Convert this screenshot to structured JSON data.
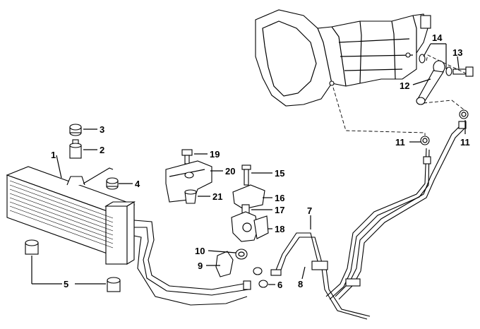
{
  "diagram": {
    "callouts": [
      {
        "id": "1",
        "label": "1"
      },
      {
        "id": "2",
        "label": "2"
      },
      {
        "id": "3",
        "label": "3"
      },
      {
        "id": "4",
        "label": "4"
      },
      {
        "id": "5",
        "label": "5"
      },
      {
        "id": "6",
        "label": "6"
      },
      {
        "id": "7",
        "label": "7"
      },
      {
        "id": "8",
        "label": "8"
      },
      {
        "id": "9",
        "label": "9"
      },
      {
        "id": "10",
        "label": "10"
      },
      {
        "id": "11a",
        "label": "11"
      },
      {
        "id": "11b",
        "label": "11"
      },
      {
        "id": "12",
        "label": "12"
      },
      {
        "id": "13",
        "label": "13"
      },
      {
        "id": "14",
        "label": "14"
      },
      {
        "id": "15",
        "label": "15"
      },
      {
        "id": "16",
        "label": "16"
      },
      {
        "id": "17",
        "label": "17"
      },
      {
        "id": "18",
        "label": "18"
      },
      {
        "id": "19",
        "label": "19"
      },
      {
        "id": "20",
        "label": "20"
      },
      {
        "id": "21",
        "label": "21"
      }
    ]
  }
}
